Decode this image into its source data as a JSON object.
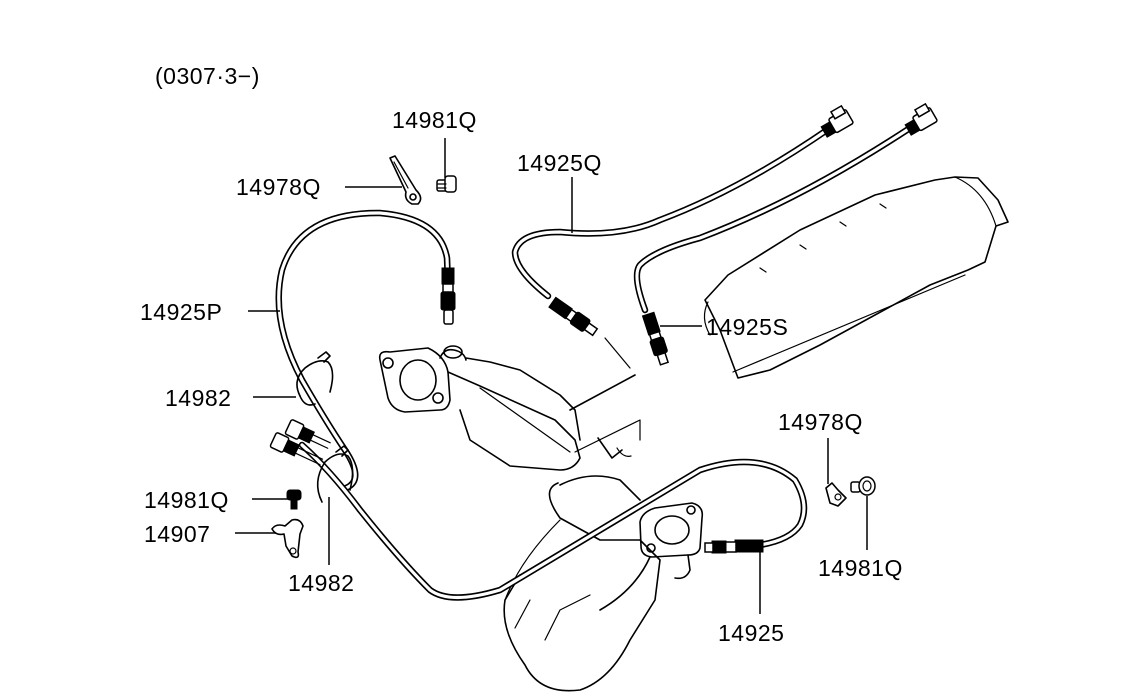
{
  "diagram": {
    "title": "Exhaust oxygen sensor parts diagram",
    "applicability": "(0307·3−)",
    "background_color": "#ffffff",
    "line_color": "#000000",
    "callouts": [
      {
        "id": "c1",
        "part_number": "14981Q",
        "part": "bolt"
      },
      {
        "id": "c2",
        "part_number": "14978Q",
        "part": "bracket"
      },
      {
        "id": "c3",
        "part_number": "14925Q",
        "part": "oxygen sensor"
      },
      {
        "id": "c4",
        "part_number": "14925P",
        "part": "oxygen sensor"
      },
      {
        "id": "c5",
        "part_number": "14925S",
        "part": "oxygen sensor"
      },
      {
        "id": "c6",
        "part_number": "14982",
        "part": "clamp"
      },
      {
        "id": "c7",
        "part_number": "14981Q",
        "part": "bolt"
      },
      {
        "id": "c8",
        "part_number": "14907",
        "part": "bracket"
      },
      {
        "id": "c9",
        "part_number": "14982",
        "part": "clamp"
      },
      {
        "id": "c10",
        "part_number": "14978Q",
        "part": "bracket"
      },
      {
        "id": "c11",
        "part_number": "14981Q",
        "part": "bolt"
      },
      {
        "id": "c12",
        "part_number": "14925",
        "part": "oxygen sensor"
      }
    ]
  }
}
